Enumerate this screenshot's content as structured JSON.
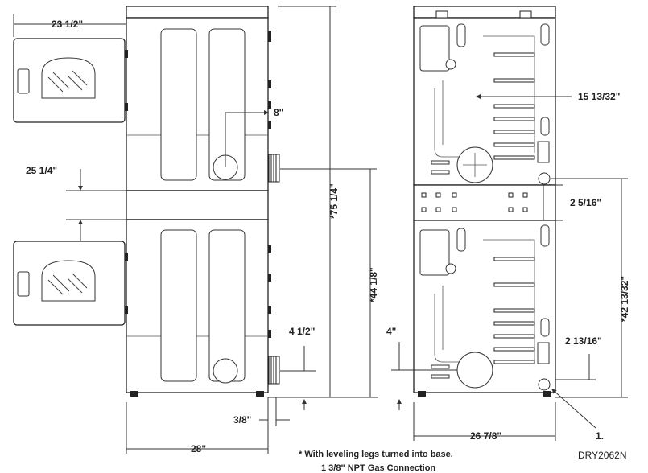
{
  "dimensions": {
    "width_top": "23 1/2\"",
    "vent_offset_top": "8\"",
    "mid_gap": "25 1/4\"",
    "total_height": "*75 1/4\"",
    "lower_height": "*44 1/8\"",
    "vent_bottom": "4 1/2\"",
    "leg_clearance": "3/8\"",
    "side_width": "28\"",
    "rear_vent_top": "15 13/32\"",
    "rear_gap": "2 5/16\"",
    "rear_height": "*42 13/32\"",
    "rear_bottom_offset": "4\"",
    "gas_offset": "2 13/16\"",
    "rear_width": "26 7/8\""
  },
  "notes": {
    "leveling": "* With leveling legs turned into base.",
    "gas": "1 3/8\" NPT Gas Connection",
    "callout_number": "1."
  },
  "model_code": "DRY2062N"
}
